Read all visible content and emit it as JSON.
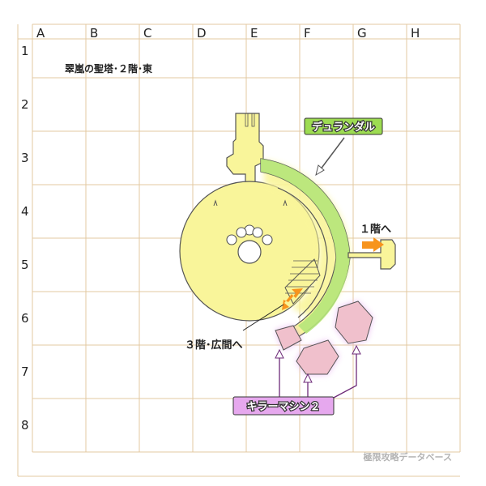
{
  "map": {
    "title": "翠嵐の聖塔･２階･東",
    "columns": [
      "A",
      "B",
      "C",
      "D",
      "E",
      "F",
      "G",
      "H"
    ],
    "rows": [
      "1",
      "2",
      "3",
      "4",
      "5",
      "6",
      "7",
      "8"
    ]
  },
  "labels": {
    "boss_name": "デュランダル",
    "floor1_exit": "１階へ",
    "floor3_exit": "３階･広間へ",
    "enemy_name": "キラーマシン２"
  },
  "watermark": "極限攻略データベース",
  "colors": {
    "grid": "#e3c9a0",
    "floor": "#f9f59a",
    "floor_outline": "#555555",
    "boss_zone": "#b5e57a",
    "enemy_zone": "#f0c0cc",
    "enemy_label_bg": "#e6a8ee",
    "boss_label_bg": "#9ddc52",
    "arrow": "#f7941d"
  }
}
